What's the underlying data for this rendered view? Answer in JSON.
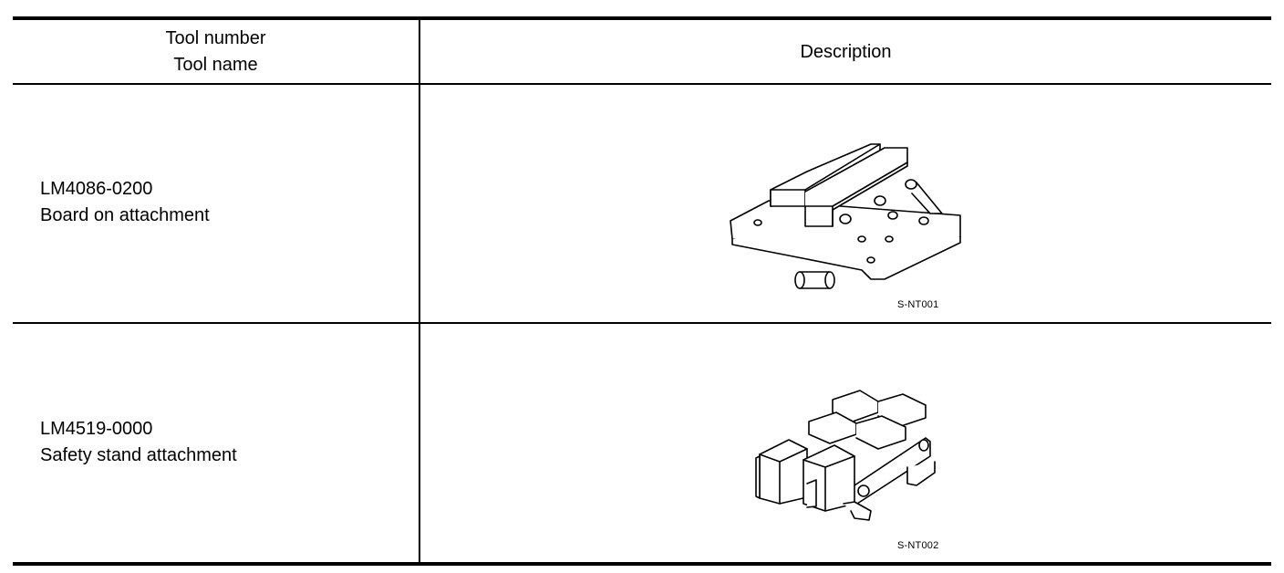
{
  "table": {
    "header": {
      "tool_number": "Tool number",
      "tool_name": "Tool name",
      "description": "Description"
    },
    "rows": [
      {
        "tool_number": "LM4086-0200",
        "tool_name": "Board on attachment",
        "illustration_icon": "board-on-attachment-drawing",
        "figure_code": "S-NT001"
      },
      {
        "tool_number": "LM4519-0000",
        "tool_name": "Safety stand attachment",
        "illustration_icon": "safety-stand-attachment-drawing",
        "figure_code": "S-NT002"
      }
    ]
  }
}
